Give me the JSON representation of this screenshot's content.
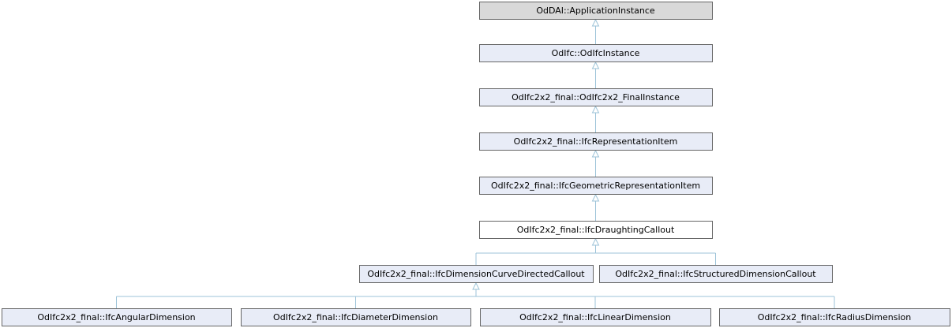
{
  "diagram": {
    "nodes": [
      {
        "id": "n0",
        "label": "OdDAI::ApplicationInstance",
        "style": "root"
      },
      {
        "id": "n1",
        "label": "OdIfc::OdIfcInstance",
        "style": "class"
      },
      {
        "id": "n2",
        "label": "OdIfc2x2_final::OdIfc2x2_FinalInstance",
        "style": "class"
      },
      {
        "id": "n3",
        "label": "OdIfc2x2_final::IfcRepresentationItem",
        "style": "class"
      },
      {
        "id": "n4",
        "label": "OdIfc2x2_final::IfcGeometricRepresentationItem",
        "style": "class"
      },
      {
        "id": "n5",
        "label": "OdIfc2x2_final::IfcDraughtingCallout",
        "style": "focus"
      },
      {
        "id": "n6",
        "label": "OdIfc2x2_final::IfcDimensionCurveDirectedCallout",
        "style": "class"
      },
      {
        "id": "n7",
        "label": "OdIfc2x2_final::IfcStructuredDimensionCallout",
        "style": "class"
      },
      {
        "id": "n8",
        "label": "OdIfc2x2_final::IfcAngularDimension",
        "style": "class"
      },
      {
        "id": "n9",
        "label": "OdIfc2x2_final::IfcDiameterDimension",
        "style": "class"
      },
      {
        "id": "n10",
        "label": "OdIfc2x2_final::IfcLinearDimension",
        "style": "class"
      },
      {
        "id": "n11",
        "label": "OdIfc2x2_final::IfcRadiusDimension",
        "style": "class"
      }
    ],
    "edges": [
      {
        "from": "n1",
        "to": "n0"
      },
      {
        "from": "n2",
        "to": "n1"
      },
      {
        "from": "n3",
        "to": "n2"
      },
      {
        "from": "n4",
        "to": "n3"
      },
      {
        "from": "n5",
        "to": "n4"
      },
      {
        "from": "n6",
        "to": "n5"
      },
      {
        "from": "n7",
        "to": "n5"
      },
      {
        "from": "n8",
        "to": "n6"
      },
      {
        "from": "n9",
        "to": "n6"
      },
      {
        "from": "n10",
        "to": "n6"
      },
      {
        "from": "n11",
        "to": "n6"
      }
    ],
    "colors": {
      "root_fill": "#d9d9d9",
      "class_fill": "#e8ecf7",
      "focus_fill": "#ffffff",
      "border": "#666666",
      "edge": "#9dc3d8"
    }
  }
}
